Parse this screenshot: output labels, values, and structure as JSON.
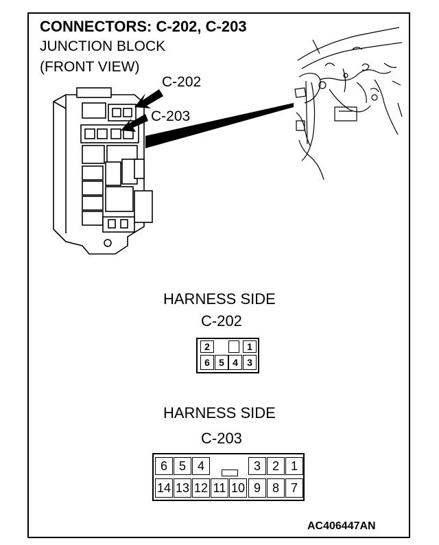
{
  "header": {
    "title": "CONNECTORS: C-202, C-203",
    "line1": "JUNCTION BLOCK",
    "line2": "(FRONT VIEW)"
  },
  "callouts": {
    "c202": "C-202",
    "c203": "C-203"
  },
  "connector_c202": {
    "side_label": "HARNESS SIDE",
    "name": "C-202",
    "top_row": [
      "2",
      "",
      "",
      "1"
    ],
    "bottom_row": [
      "6",
      "5",
      "4",
      "3"
    ]
  },
  "connector_c203": {
    "side_label": "HARNESS SIDE",
    "name": "C-203",
    "top_row": [
      "6",
      "5",
      "4",
      "",
      "",
      "3",
      "2",
      "1"
    ],
    "bottom_row": [
      "14",
      "13",
      "12",
      "11",
      "10",
      "9",
      "8",
      "7"
    ]
  },
  "footer": {
    "code": "AC406447AN"
  }
}
